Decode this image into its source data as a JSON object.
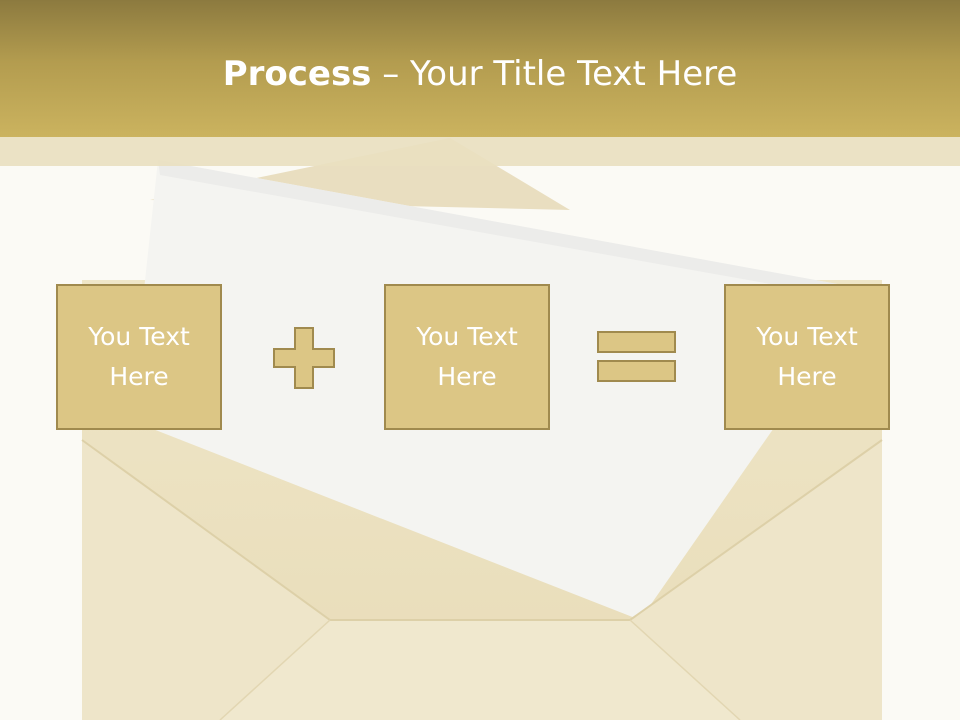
{
  "slide": {
    "title_bold": "Process",
    "title_rest": " – Your Title Text Here"
  },
  "boxes": [
    {
      "text": "You Text Here"
    },
    {
      "text": "You Text Here"
    },
    {
      "text": "You Text Here"
    }
  ],
  "operators": [
    "plus-icon",
    "equals-icon"
  ],
  "colors": {
    "header": "#b39c4f",
    "box_fill": "#dcc685",
    "box_border": "#a08a4e",
    "envelope": "#efe6cc",
    "paper": "#f4f4f1"
  }
}
